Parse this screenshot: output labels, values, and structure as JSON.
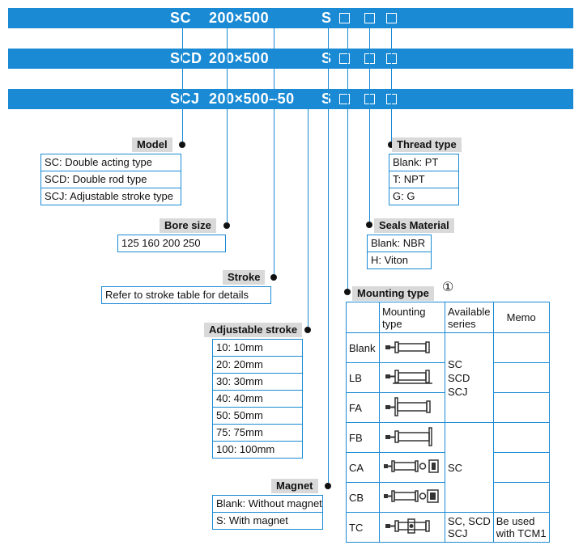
{
  "header_bars": [
    {
      "prefix": "SC",
      "code": "200×500",
      "seal": "S"
    },
    {
      "prefix": "SCD",
      "code": "200×500",
      "seal": "S"
    },
    {
      "prefix": "SCJ",
      "code": "200×500–50",
      "seal": "S"
    }
  ],
  "model": {
    "title": "Model",
    "items": [
      "SC: Double acting type",
      "SCD: Double rod type",
      "SCJ: Adjustable stroke type"
    ]
  },
  "bore": {
    "title": "Bore size",
    "value": "125  160  200  250"
  },
  "stroke": {
    "title": "Stroke",
    "value": "Refer to stroke table for details"
  },
  "adjustable": {
    "title": "Adjustable stroke",
    "items": [
      "10: 10mm",
      "20: 20mm",
      "30: 30mm",
      "40: 40mm",
      "50: 50mm",
      "75: 75mm",
      "100: 100mm"
    ]
  },
  "magnet": {
    "title": "Magnet",
    "items": [
      "Blank: Without magnet",
      "S: With magnet"
    ]
  },
  "thread": {
    "title": "Thread type",
    "items": [
      "Blank: PT",
      "T: NPT",
      "G: G"
    ]
  },
  "seals": {
    "title": "Seals Material",
    "items": [
      "Blank: NBR",
      "H: Viton"
    ]
  },
  "mounting": {
    "title": "Mounting type",
    "note": "①",
    "headers": {
      "type": "Mounting\ntype",
      "series": "Available\nseries",
      "memo": "Memo"
    },
    "rows": [
      "Blank",
      "LB",
      "FA",
      "FB",
      "CA",
      "CB",
      "TC"
    ],
    "series_group1": "SC\nSCD\nSCJ",
    "series_group2": "SC",
    "series_tc": "SC, SCD\nSCJ",
    "memo_tc": "Be used\nwith TCM1"
  },
  "colors": {
    "accent": "#1a8ad4",
    "label_bg": "#d9d9d9"
  }
}
